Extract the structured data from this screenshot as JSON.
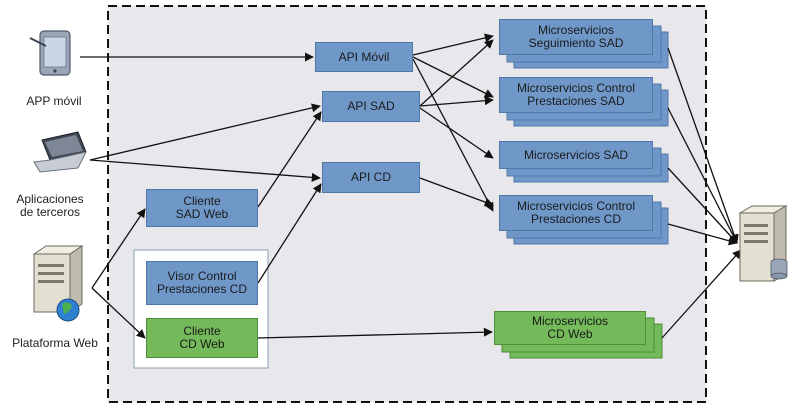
{
  "clients": {
    "app": "APP móvil",
    "third_party": "Aplicaciones\nde terceros",
    "web_platform": "Plataforma Web"
  },
  "apis": {
    "movil": "API Móvil",
    "sad": "API SAD",
    "cd": "API CD"
  },
  "web_clients": {
    "cliente_sad": "Cliente\nSAD Web",
    "visor": "Visor Control\nPrestaciones  CD",
    "cliente_cd": "Cliente\nCD Web"
  },
  "microservices": {
    "seguimiento": "Microservicios\nSeguimiento SAD",
    "control_sad": "Microservicios Control\nPrestaciones SAD",
    "sad": "Microservicios SAD",
    "control_cd": "Microservicios Control\nPrestaciones CD",
    "cd_web": "Microservicios\nCD Web"
  },
  "icons": {
    "tablet": "tablet-icon",
    "laptop": "laptop-icon",
    "web_server": "web-server-icon",
    "db_server": "database-server-icon"
  },
  "colors": {
    "blue_box": "#6f98c9",
    "green_box": "#74b95a",
    "panel_bg": "#e8e8ec"
  }
}
